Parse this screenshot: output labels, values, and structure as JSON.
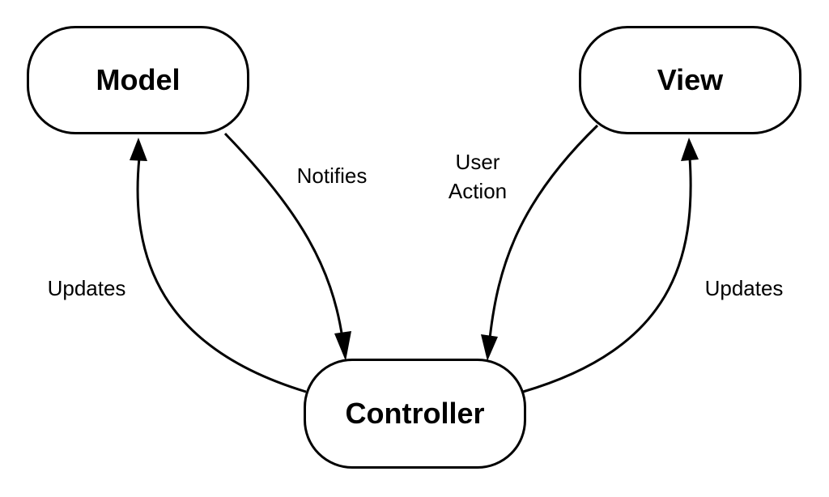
{
  "nodes": {
    "model": "Model",
    "view": "View",
    "controller": "Controller"
  },
  "edges": {
    "model_to_controller": "Notifies",
    "view_to_controller_line1": "User",
    "view_to_controller_line2": "Action",
    "controller_to_model": "Updates",
    "controller_to_view": "Updates"
  },
  "colors": {
    "stroke": "#000000",
    "fill": "#ffffff"
  }
}
